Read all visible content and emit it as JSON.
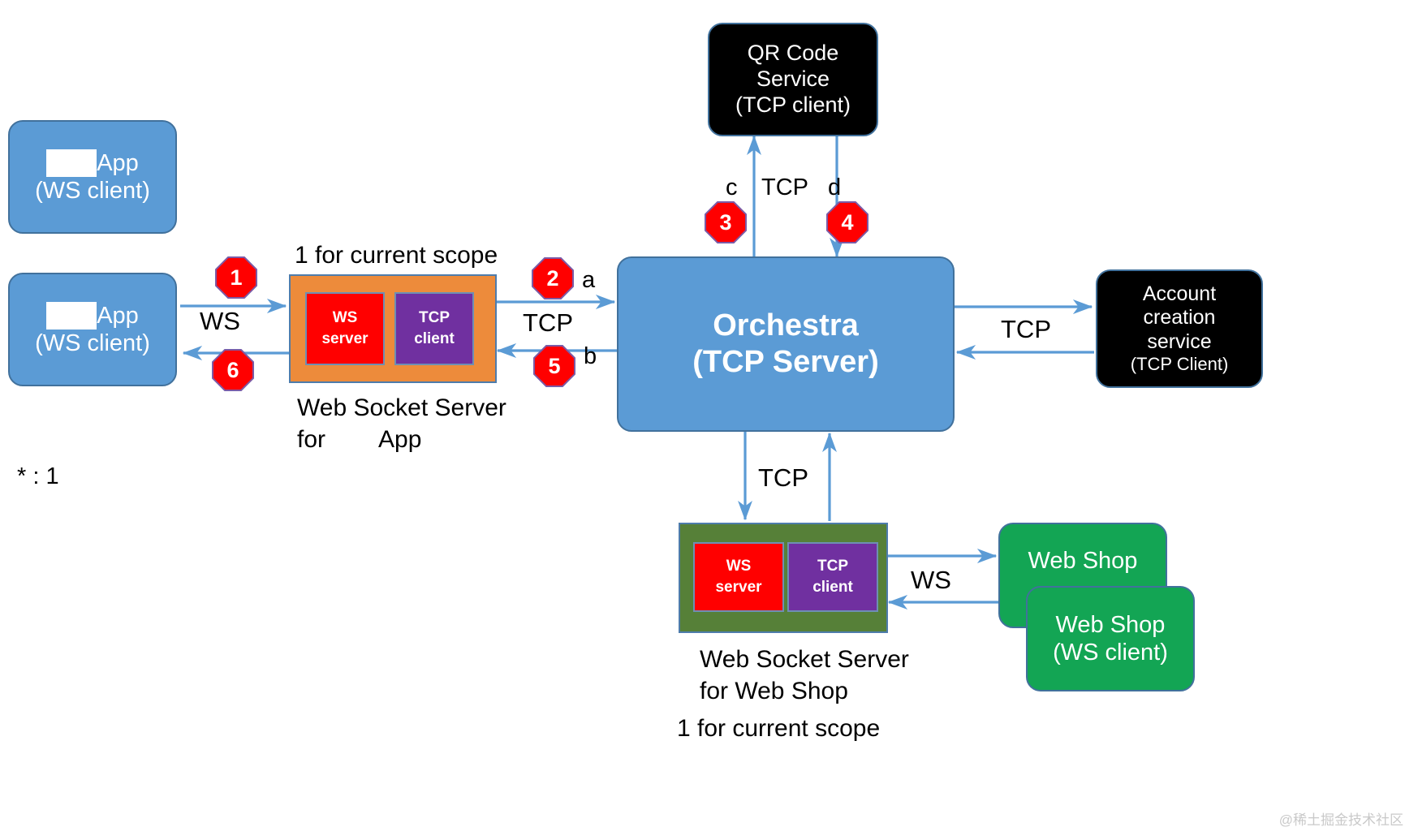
{
  "diagram": {
    "title": "WebSocket / TCP service orchestration architecture",
    "colors": {
      "blue_node": "#5B9BD5",
      "black_node": "#000000",
      "green_node": "#13A554",
      "orange_container": "#ED8B3B",
      "olive_container": "#568038",
      "ws_server": "#FF0000",
      "tcp_client": "#7030A0",
      "arrow": "#5B9BD5",
      "badge": "#FF0000",
      "text": "#000000"
    }
  },
  "nodes": {
    "app_client_top": {
      "label_line1": "App",
      "label_line2": "(WS client)",
      "redacted": true
    },
    "app_client_bottom": {
      "label_line1": "App",
      "label_line2": "(WS client)",
      "redacted": true
    },
    "ws_server_app": {
      "top_caption": "1 for current scope",
      "inner_left_line1": "WS",
      "inner_left_line2": "server",
      "inner_right_line1": "TCP",
      "inner_right_line2": "client",
      "bottom_caption_line1": "Web Socket Server",
      "bottom_caption_line2_a": "for",
      "bottom_caption_line2_b": "App"
    },
    "orchestra": {
      "label_line1": "Orchestra",
      "label_line2": "(TCP Server)"
    },
    "qr_code_service": {
      "label_line1": "QR Code",
      "label_line2": "Service",
      "label_line3": "(TCP client)"
    },
    "account_creation_service": {
      "label_line1": "Account",
      "label_line2": "creation",
      "label_line3": "service",
      "label_line4": "(TCP Client)"
    },
    "ws_server_webshop": {
      "inner_left_line1": "WS",
      "inner_left_line2": "server",
      "inner_right_line1": "TCP",
      "inner_right_line2": "client",
      "bottom_caption_line1": "Web Socket Server",
      "bottom_caption_line2": "for Web Shop",
      "bottom_caption_line3": "1 for current scope"
    },
    "web_shop_back": {
      "label": "Web Shop"
    },
    "web_shop_front": {
      "label_line1": "Web Shop",
      "label_line2": "(WS client)"
    }
  },
  "edge_labels": {
    "ws_app": "WS",
    "tcp_app_orchestra": "TCP",
    "tcp_qr": "TCP",
    "tcp_account": "TCP",
    "tcp_webshop": "TCP",
    "ws_webshop": "WS"
  },
  "letters": {
    "a": "a",
    "b": "b",
    "c": "c",
    "d": "d"
  },
  "step_badges": [
    {
      "id": "step-1",
      "number": "1"
    },
    {
      "id": "step-2",
      "number": "2"
    },
    {
      "id": "step-3",
      "number": "3"
    },
    {
      "id": "step-4",
      "number": "4"
    },
    {
      "id": "step-5",
      "number": "5"
    },
    {
      "id": "step-6",
      "number": "6"
    }
  ],
  "annotations": {
    "cardinality": "* : 1"
  },
  "watermark": {
    "text": "@稀土掘金技术社区"
  }
}
